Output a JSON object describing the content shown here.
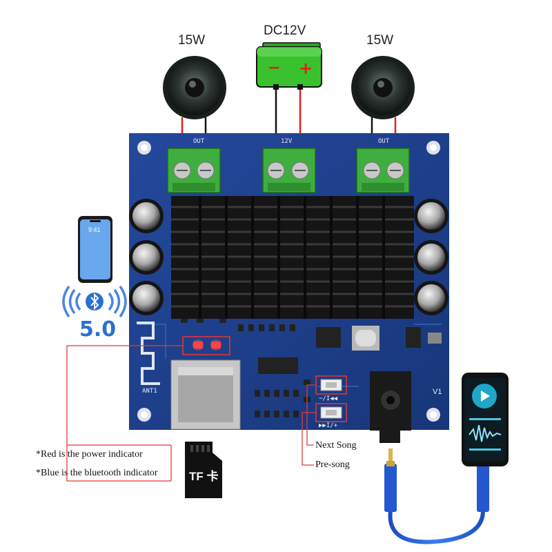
{
  "labels": {
    "left_speaker": "15W",
    "right_speaker": "15W",
    "power": "DC12V",
    "battery_minus": "−",
    "battery_plus": "+",
    "bluetooth_version": "5.0",
    "tf_card": "TF 卡",
    "next_song": "Next Song",
    "pre_song": "Pre-song",
    "note_red": "*Red is the power indicator",
    "note_blue": "*Blue is the bluetooth indicator",
    "silk_out_left": "OUT",
    "silk_12v": "12V",
    "silk_out_right": "OUT",
    "silk_prev": "−/I◀◀",
    "silk_next": "▶▶I/+",
    "silk_ant": "ANT1",
    "silk_v1": "V1",
    "phone_time": "9:41"
  },
  "colors": {
    "pcb": "#1f3f8f",
    "pcb_dark": "#142c6a",
    "terminal": "#3fae3f",
    "battery": "#39c22e",
    "heatsink": "#141414",
    "wire_red": "#e0201c",
    "wire_black": "#111111",
    "highlight_box": "#e53935",
    "bluetooth_blue": "#2b6fd1",
    "cable_blue": "#1a5bd6"
  },
  "icons": [
    "speaker-icon",
    "battery-icon",
    "phone-icon",
    "bluetooth-icon",
    "tf-card-icon",
    "audio-jack-icon",
    "music-player-icon"
  ]
}
